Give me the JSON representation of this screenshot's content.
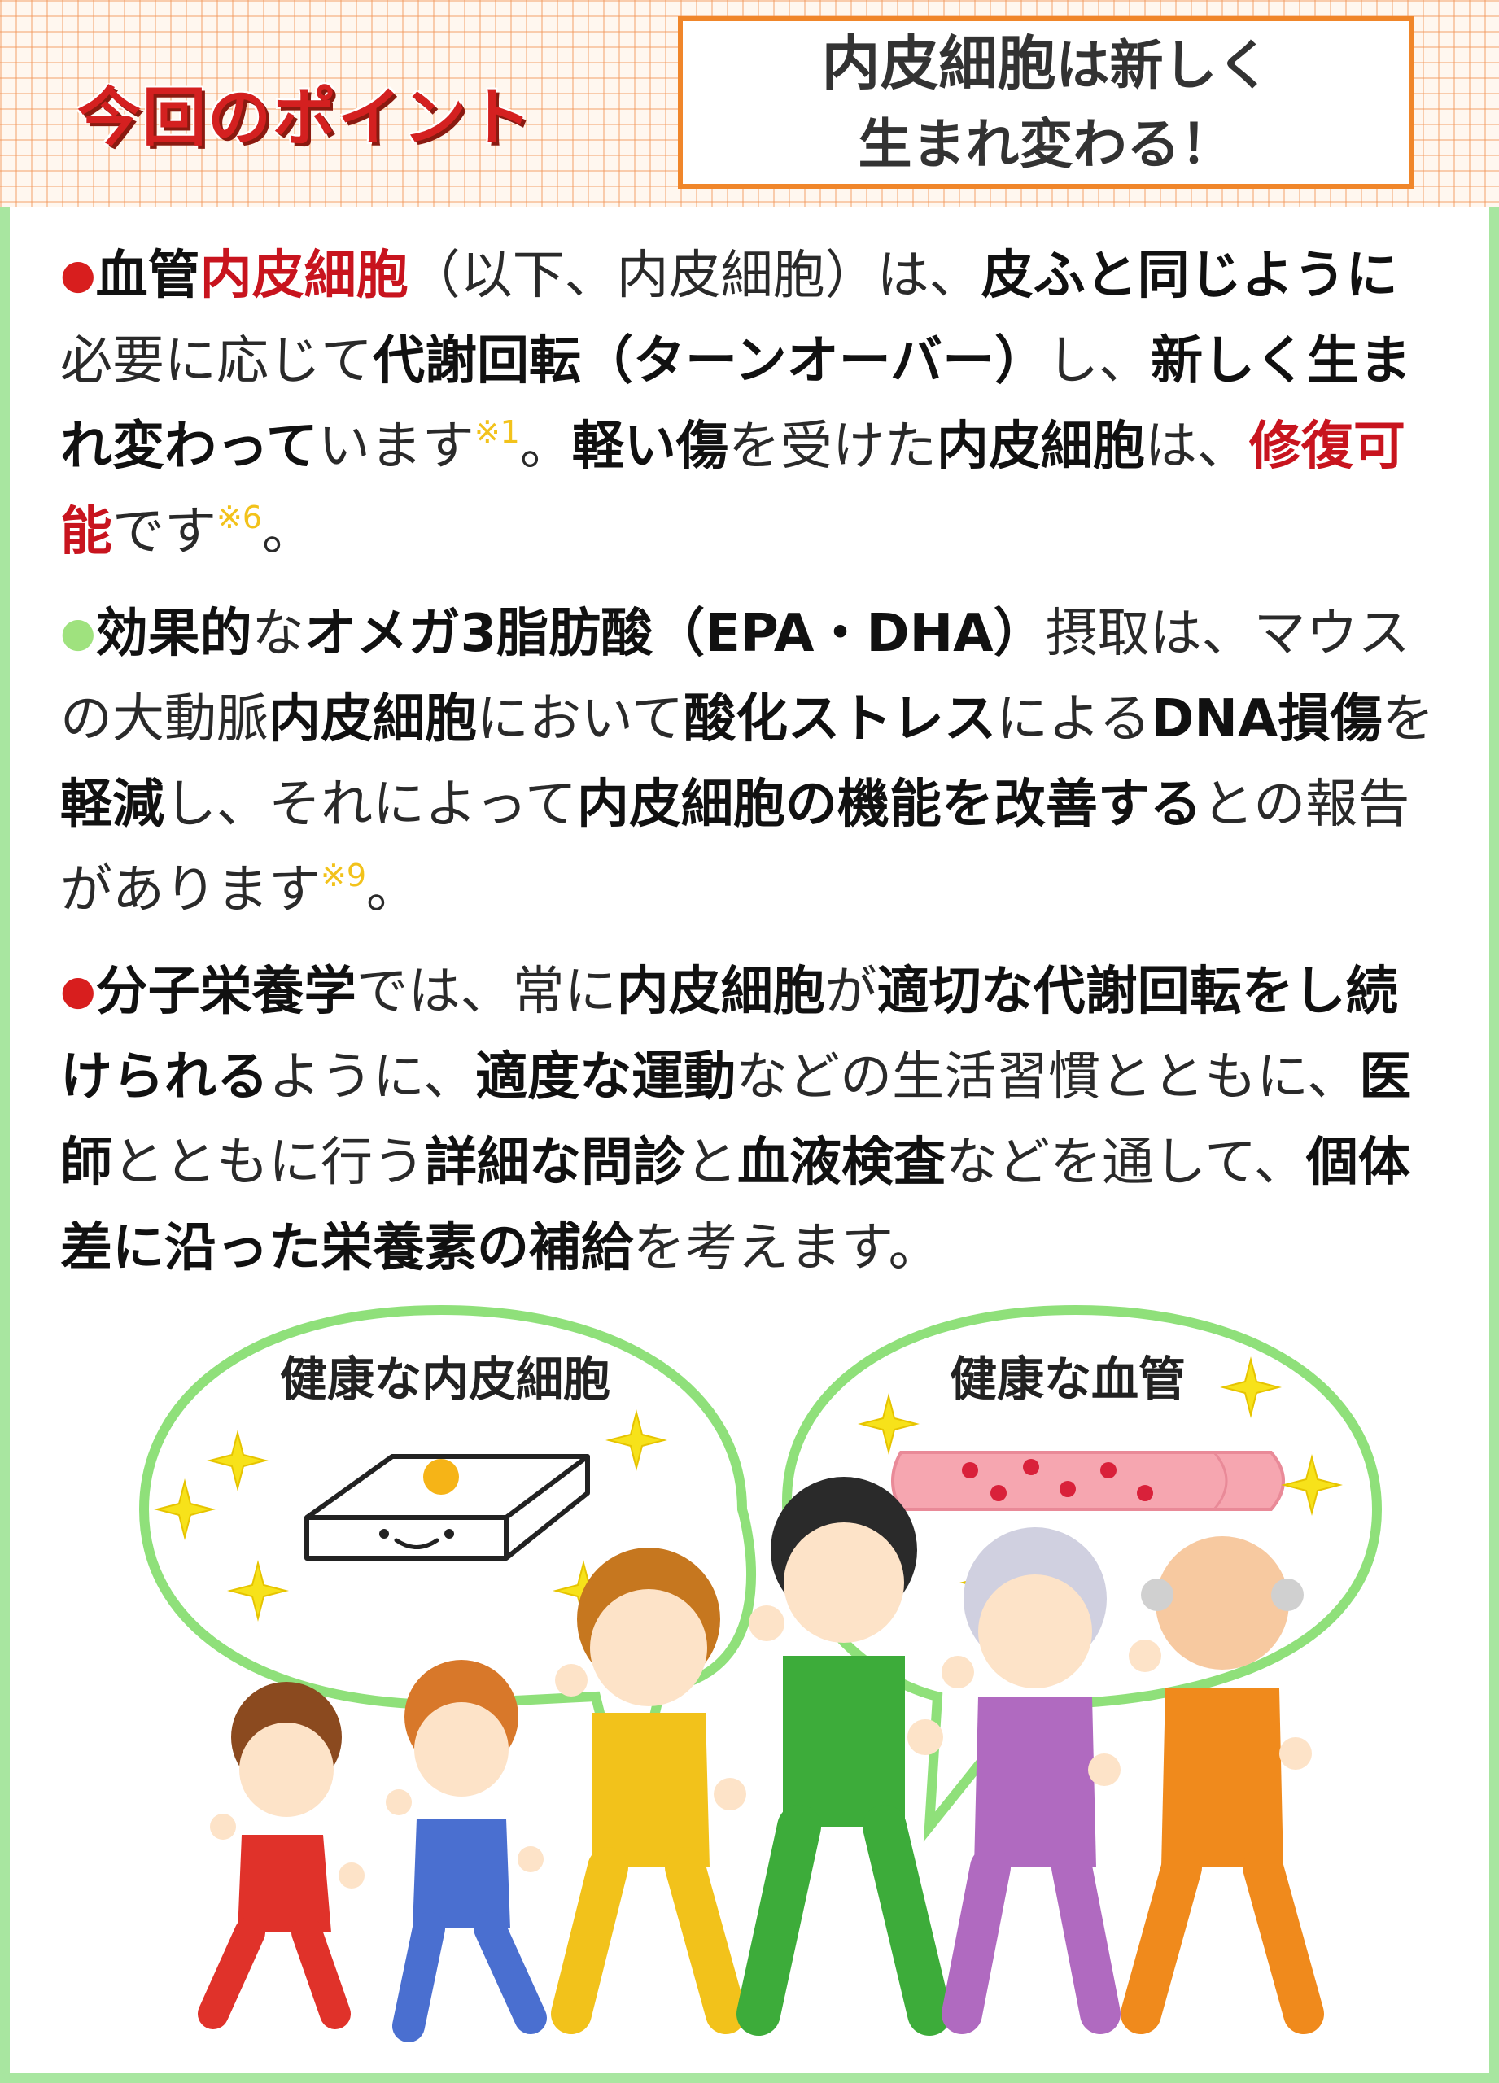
{
  "header": {
    "point_title": "今回のポイント",
    "box_line1_bold": "内皮細胞",
    "box_line1_rest": "は新しく",
    "box_line2": "生まれ変わる！"
  },
  "paragraphs": {
    "p1": {
      "bullet": "●",
      "s1": "血管",
      "s2": "内皮細胞",
      "s3": "（以下、内皮細胞）は、",
      "s4": "皮ふと同じように",
      "s5": "必要に応じて",
      "s6": "代謝回転（ターンオーバー）",
      "s7": "し、",
      "s8": "新しく生まれ変わって",
      "s9": "います",
      "ref1": "※1",
      "s10": "。",
      "s11": "軽い傷",
      "s12": "を受けた",
      "s13": "内皮細胞",
      "s14": "は、",
      "s15": "修復可能",
      "s16": "です",
      "ref2": "※6",
      "s17": "。"
    },
    "p2": {
      "bullet": "●",
      "s1": "効果的",
      "s2": "な",
      "s3": "オメガ3脂肪酸（EPA・DHA）",
      "s4": "摂取は、マウスの大動脈",
      "s5": "内皮細胞",
      "s6": "において",
      "s7": "酸化ストレス",
      "s8": "による",
      "s9": "DNA損傷",
      "s10": "を",
      "s11": "軽減",
      "s12": "し、それによって",
      "s13": "内皮細胞の機能を改善する",
      "s14": "との報告があります",
      "ref1": "※9",
      "s15": "。"
    },
    "p3": {
      "bullet": "●",
      "s1": "分子栄養学",
      "s2": "では、常に",
      "s3": "内皮細胞",
      "s4": "が",
      "s5": "適切な代謝回転をし続けられる",
      "s6": "ように、",
      "s7": "適度な運動",
      "s8": "などの生活習慣とともに、",
      "s9": "医師",
      "s10": "とともに行う",
      "s11": "詳細な問診",
      "s12": "と",
      "s13": "血液検査",
      "s14": "などを通して、",
      "s15": "個体差に沿った栄養素の補給",
      "s16": "を考えます。"
    }
  },
  "illustration": {
    "bubble_left_label": "健康な内皮細胞",
    "bubble_right_label": "健康な血管",
    "people": [
      {
        "name": "girl",
        "suit": "#e0322a"
      },
      {
        "name": "boy",
        "suit": "#4a6fd0"
      },
      {
        "name": "woman",
        "suit": "#f2c21b"
      },
      {
        "name": "man",
        "suit": "#3dac3a"
      },
      {
        "name": "grandma",
        "suit": "#b06ac0"
      },
      {
        "name": "grandpa",
        "suit": "#f08a1c"
      }
    ]
  },
  "colors": {
    "accent_red": "#c8141e",
    "accent_orange": "#f0862a",
    "panel_green": "#a8e6a0",
    "ref_yellow": "#f2c21b"
  }
}
